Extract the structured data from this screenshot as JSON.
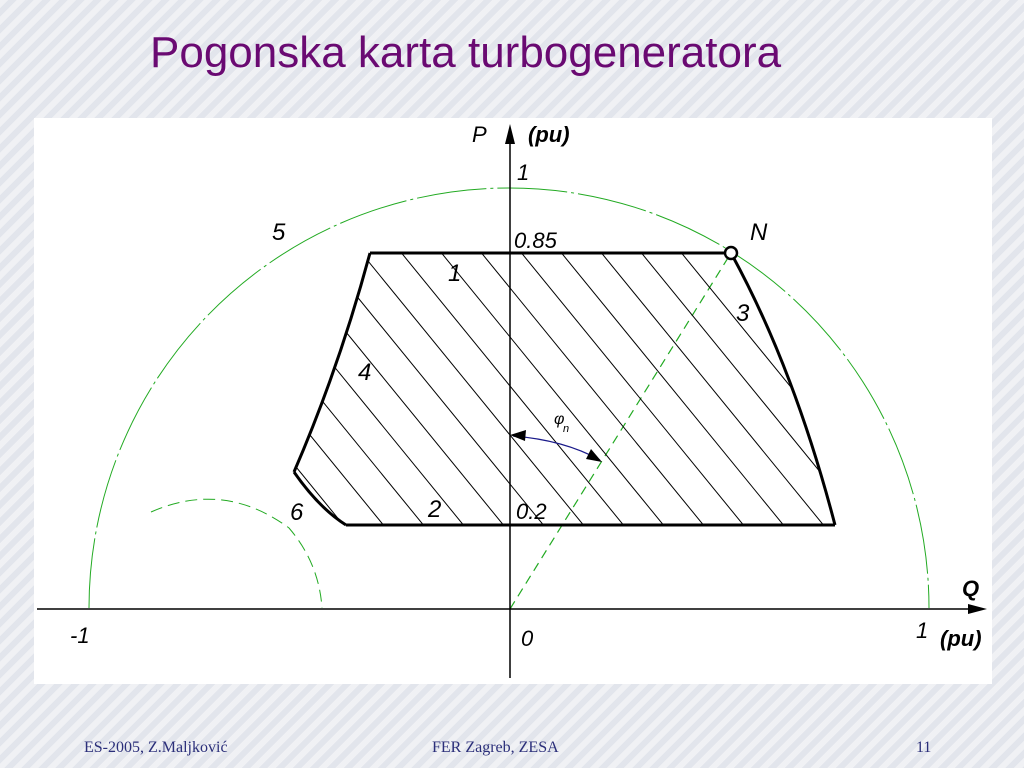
{
  "slide": {
    "title": "Pogonska karta turbogeneratora",
    "footer_left": "ES-2005, Z.Maljković",
    "footer_center": "FER Zagreb, ZESA",
    "footer_right": "11"
  },
  "diagram": {
    "axis_p_label": "P",
    "axis_p_unit": "(pu)",
    "axis_q_label": "Q",
    "axis_q_unit": "(pu)",
    "tick_p_one": "1",
    "tick_p_085": "0.85",
    "tick_p_02": "0.2",
    "tick_q_minus_one": "-1",
    "tick_q_one": "1",
    "origin": "0",
    "point_n": "N",
    "angle_symbol": "φ",
    "angle_subscript": "n",
    "region_labels": [
      "1",
      "2",
      "3",
      "4",
      "5",
      "6"
    ],
    "colors": {
      "title": "#6a0a72",
      "boundary": "#000000",
      "guide": "#22aa22",
      "angle_arc": "#1a1a8a"
    }
  }
}
